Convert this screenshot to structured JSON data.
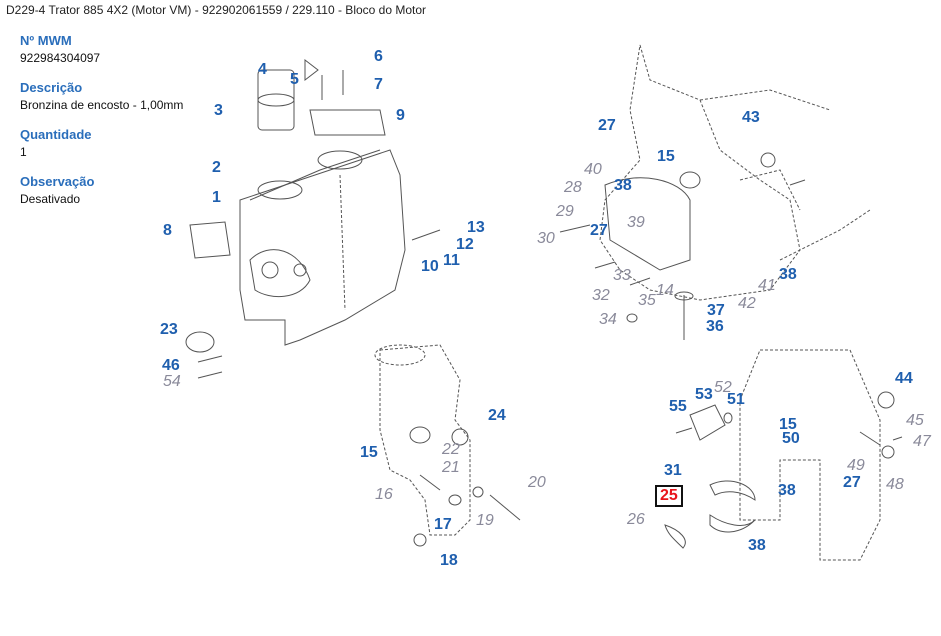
{
  "header": {
    "title": "D229-4 Trator 885 4X2 (Motor VM) - 922902061559  /  229.110 - Bloco do Motor"
  },
  "part_info": {
    "mwm_label": "Nº MWM",
    "mwm_value": "922984304097",
    "description_label": "Descrição",
    "description_value": "Bronzina de encosto - 1,00mm",
    "quantity_label": "Quantidade",
    "quantity_value": "1",
    "observation_label": "Observação",
    "observation_value": "Desativado"
  },
  "diagram": {
    "selected_callout": "25",
    "colors": {
      "callout": "#1f5fae",
      "inactive": "#8a8a9a",
      "selected": "#e8141b",
      "line": "#666666"
    },
    "callouts": [
      {
        "n": "4",
        "style": "bold"
      },
      {
        "n": "6",
        "style": "bold"
      },
      {
        "n": "5",
        "style": "bold"
      },
      {
        "n": "7",
        "style": "bold"
      },
      {
        "n": "3",
        "style": "bold"
      },
      {
        "n": "9",
        "style": "bold"
      },
      {
        "n": "2",
        "style": "bold"
      },
      {
        "n": "1",
        "style": "bold"
      },
      {
        "n": "8",
        "style": "bold"
      },
      {
        "n": "13",
        "style": "bold"
      },
      {
        "n": "12",
        "style": "bold"
      },
      {
        "n": "10",
        "style": "bold"
      },
      {
        "n": "11",
        "style": "bold"
      },
      {
        "n": "23",
        "style": "bold"
      },
      {
        "n": "46",
        "style": "bold"
      },
      {
        "n": "54",
        "style": "italic"
      },
      {
        "n": "27",
        "style": "bold"
      },
      {
        "n": "43",
        "style": "bold"
      },
      {
        "n": "15",
        "style": "bold"
      },
      {
        "n": "40",
        "style": "italic"
      },
      {
        "n": "28",
        "style": "italic"
      },
      {
        "n": "38",
        "style": "bold"
      },
      {
        "n": "29",
        "style": "italic"
      },
      {
        "n": "39",
        "style": "italic"
      },
      {
        "n": "27",
        "style": "bold"
      },
      {
        "n": "30",
        "style": "italic"
      },
      {
        "n": "33",
        "style": "italic"
      },
      {
        "n": "14",
        "style": "italic"
      },
      {
        "n": "41",
        "style": "italic"
      },
      {
        "n": "38",
        "style": "bold"
      },
      {
        "n": "32",
        "style": "italic"
      },
      {
        "n": "35",
        "style": "italic"
      },
      {
        "n": "42",
        "style": "italic"
      },
      {
        "n": "37",
        "style": "bold"
      },
      {
        "n": "34",
        "style": "italic"
      },
      {
        "n": "36",
        "style": "bold"
      },
      {
        "n": "24",
        "style": "bold"
      },
      {
        "n": "15",
        "style": "bold"
      },
      {
        "n": "22",
        "style": "italic"
      },
      {
        "n": "21",
        "style": "italic"
      },
      {
        "n": "20",
        "style": "italic"
      },
      {
        "n": "16",
        "style": "italic"
      },
      {
        "n": "17",
        "style": "bold"
      },
      {
        "n": "19",
        "style": "italic"
      },
      {
        "n": "18",
        "style": "bold"
      },
      {
        "n": "44",
        "style": "bold"
      },
      {
        "n": "55",
        "style": "bold"
      },
      {
        "n": "53",
        "style": "bold"
      },
      {
        "n": "52",
        "style": "italic"
      },
      {
        "n": "51",
        "style": "bold"
      },
      {
        "n": "45",
        "style": "italic"
      },
      {
        "n": "15",
        "style": "bold"
      },
      {
        "n": "50",
        "style": "bold"
      },
      {
        "n": "47",
        "style": "italic"
      },
      {
        "n": "49",
        "style": "italic"
      },
      {
        "n": "31",
        "style": "bold"
      },
      {
        "n": "27",
        "style": "bold"
      },
      {
        "n": "48",
        "style": "italic"
      },
      {
        "n": "25",
        "style": "selected"
      },
      {
        "n": "38",
        "style": "bold"
      },
      {
        "n": "26",
        "style": "italic"
      },
      {
        "n": "38",
        "style": "bold"
      }
    ]
  }
}
